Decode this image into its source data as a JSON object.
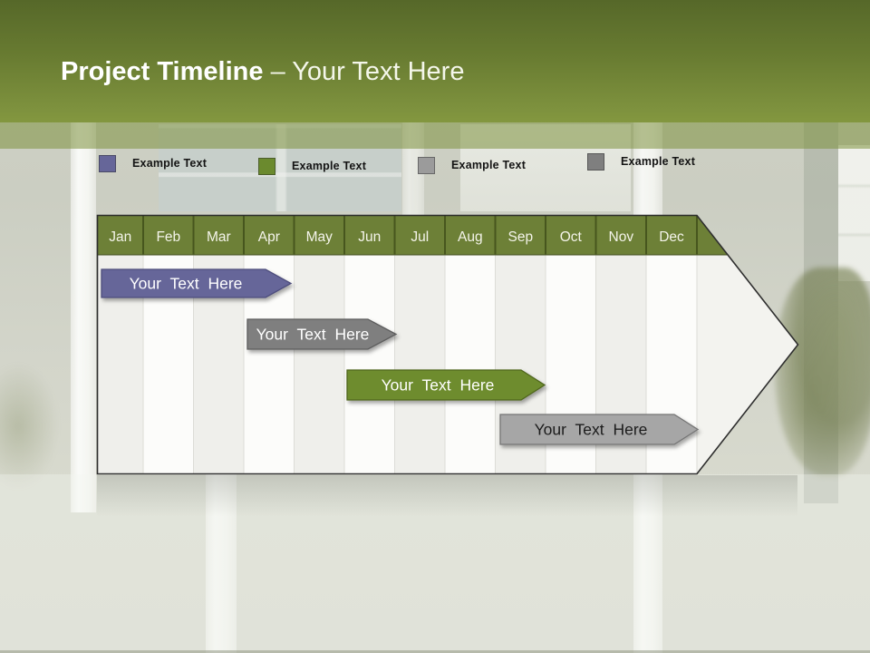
{
  "slide": {
    "title_bold": "Project Timeline",
    "title_regular": "– Your Text Here"
  },
  "legend": {
    "items": [
      {
        "label": "Example Text",
        "color": "#666699"
      },
      {
        "label": "Example Text",
        "color": "#6b8a2e"
      },
      {
        "label": "Example Text",
        "color": "#9b9b9b"
      },
      {
        "label": "Example Text",
        "color": "#7f7f7f"
      }
    ]
  },
  "timeline": {
    "months": [
      "Jan",
      "Feb",
      "Mar",
      "Apr",
      "May",
      "Jun",
      "Jul",
      "Aug",
      "Sep",
      "Oct",
      "Nov",
      "Dec"
    ],
    "header_color": "#6d8037",
    "bars": [
      {
        "label": "Your Text Here",
        "color": "#666699",
        "text_color": "#ffffff",
        "start_month": "Jan",
        "end_month": "Apr"
      },
      {
        "label": "Your Text Here",
        "color": "#7f7f7f",
        "text_color": "#ffffff",
        "start_month": "Apr",
        "end_month": "Jun"
      },
      {
        "label": "Your Text Here",
        "color": "#6e8c2d",
        "text_color": "#ffffff",
        "start_month": "Jun",
        "end_month": "Sep"
      },
      {
        "label": "Your Text Here",
        "color": "#a6a6a6",
        "text_color": "#1a1a1a",
        "start_month": "Sep",
        "end_month": "Dec"
      }
    ]
  },
  "theme": {
    "header_gradient_top": "#566829",
    "header_gradient_bottom": "#83973f",
    "olive_strip": "#7e923e",
    "table_fill": "#fcfcfa",
    "column_stripe": "#efefeb",
    "outline": "#2e2e2e"
  }
}
